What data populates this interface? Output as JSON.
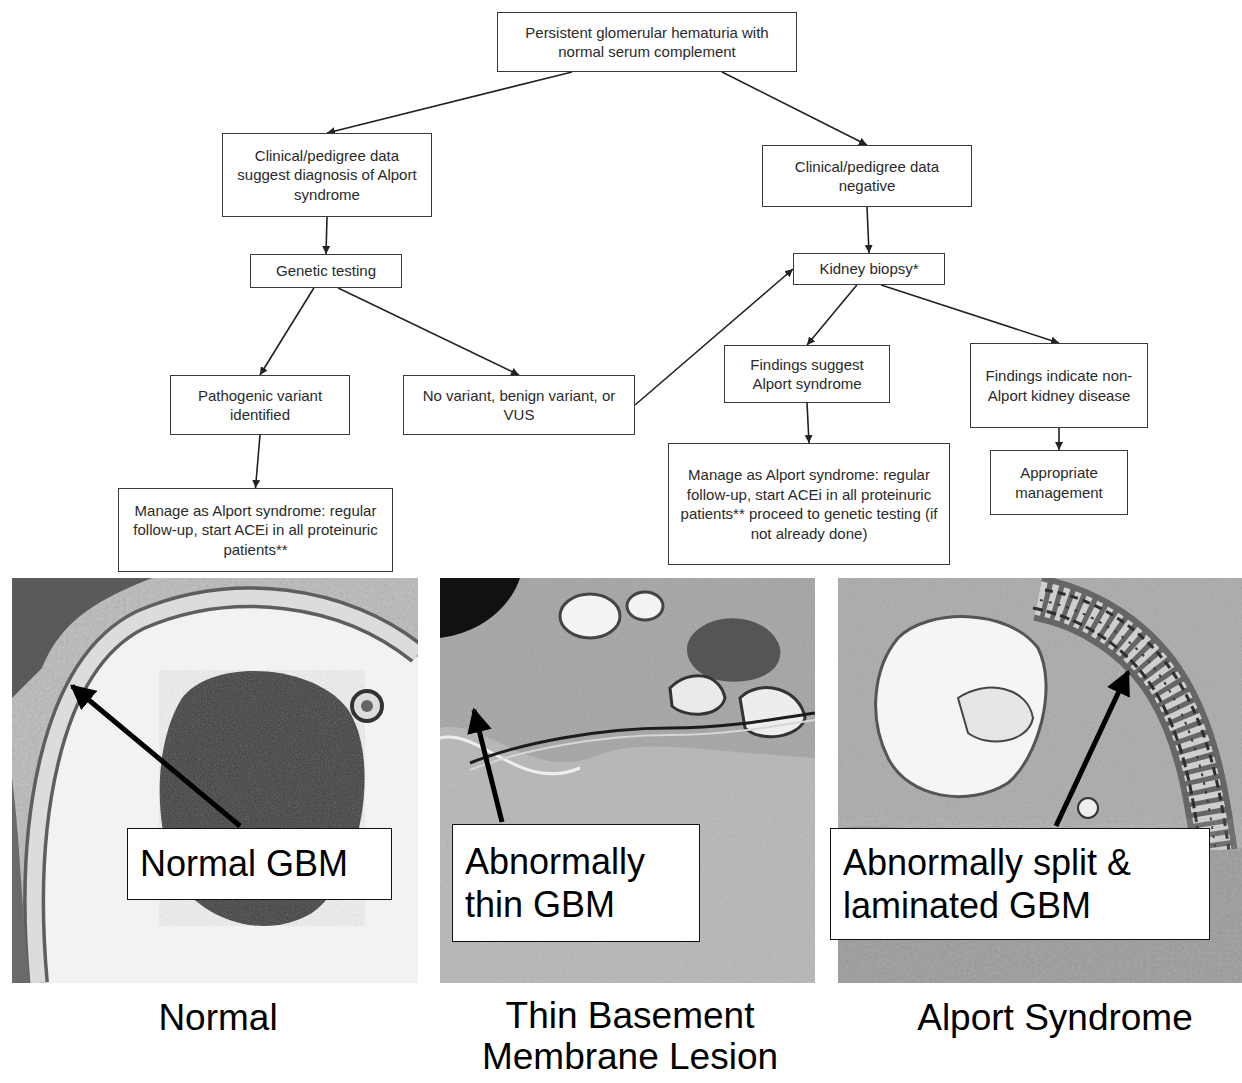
{
  "diagram": {
    "nodes": [
      {
        "text": [
          "Persistent glomerular hematuria with normal serum complement"
        ]
      },
      {
        "text": [
          "Clinical/pedigree data suggest diagnosis of Alport syndrome"
        ]
      },
      {
        "text": [
          "Clinical/pedigree data negative"
        ]
      },
      {
        "text": [
          "Genetic testing"
        ]
      },
      {
        "text": [
          "Kidney biopsy*"
        ]
      },
      {
        "text": [
          "Pathogenic variant identified"
        ]
      },
      {
        "text": [
          "No variant, benign variant, or VUS"
        ]
      },
      {
        "text": [
          "Findings suggest Alport syndrome"
        ]
      },
      {
        "text": [
          "Findings indicate non-Alport kidney disease"
        ]
      },
      {
        "text": [
          "Manage as Alport syndrome: regular follow-up, start ACEi in all proteinuric patients**"
        ]
      },
      {
        "text": [
          "Manage as Alport syndrome: regular follow-up, start ACEi in all proteinuric patients** proceed to genetic testing (if not already done)"
        ]
      },
      {
        "text": [
          "Appropriate management"
        ]
      },
      {
        "text": [
          "Normal GBM"
        ]
      },
      {
        "text": [
          "Abnormally thin GBM"
        ]
      },
      {
        "text": [
          "Abnormally split & laminated GBM"
        ]
      }
    ],
    "edges": [
      {
        "from": 0,
        "to": 1,
        "arrow": "to"
      },
      {
        "from": 0,
        "to": 2,
        "arrow": "to"
      },
      {
        "from": 1,
        "to": 3,
        "arrow": "to"
      },
      {
        "from": 2,
        "to": 4,
        "arrow": "to"
      },
      {
        "from": 3,
        "to": 5,
        "arrow": "to"
      },
      {
        "from": 3,
        "to": 6,
        "arrow": "to"
      },
      {
        "from": 6,
        "to": 4,
        "arrow": "to"
      },
      {
        "from": 4,
        "to": 7,
        "arrow": "to"
      },
      {
        "from": 4,
        "to": 8,
        "arrow": "to"
      },
      {
        "from": 5,
        "to": 9,
        "arrow": "to"
      },
      {
        "from": 7,
        "to": 10,
        "arrow": "to"
      },
      {
        "from": 8,
        "to": 11,
        "arrow": "to"
      }
    ],
    "labels": [
      "Normal",
      "Thin Basement Membrane Lesion",
      "Alport Syndrome"
    ]
  }
}
